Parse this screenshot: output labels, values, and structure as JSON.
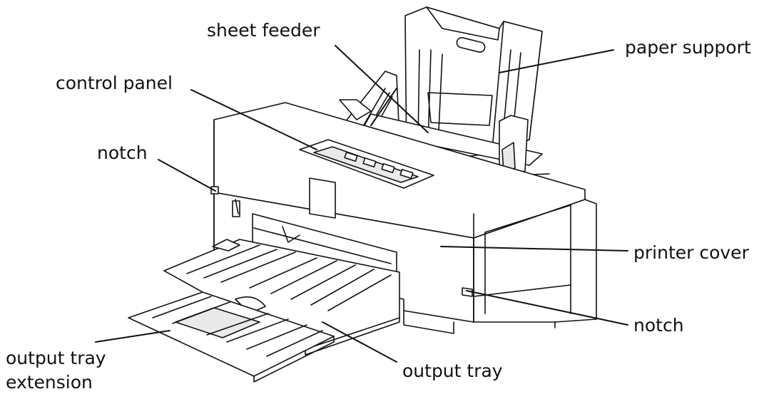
{
  "diagram": {
    "labels": {
      "sheet_feeder": "sheet feeder",
      "paper_support": "paper support",
      "control_panel": "control panel",
      "notch_left": "notch",
      "printer_cover": "printer cover",
      "notch_right": "notch",
      "output_tray_extension_line1": "output tray",
      "output_tray_extension_line2": "extension",
      "output_tray": "output tray"
    },
    "colors": {
      "ink": "#111111",
      "paper": "#ffffff",
      "shade": "#e9e9e9"
    }
  }
}
